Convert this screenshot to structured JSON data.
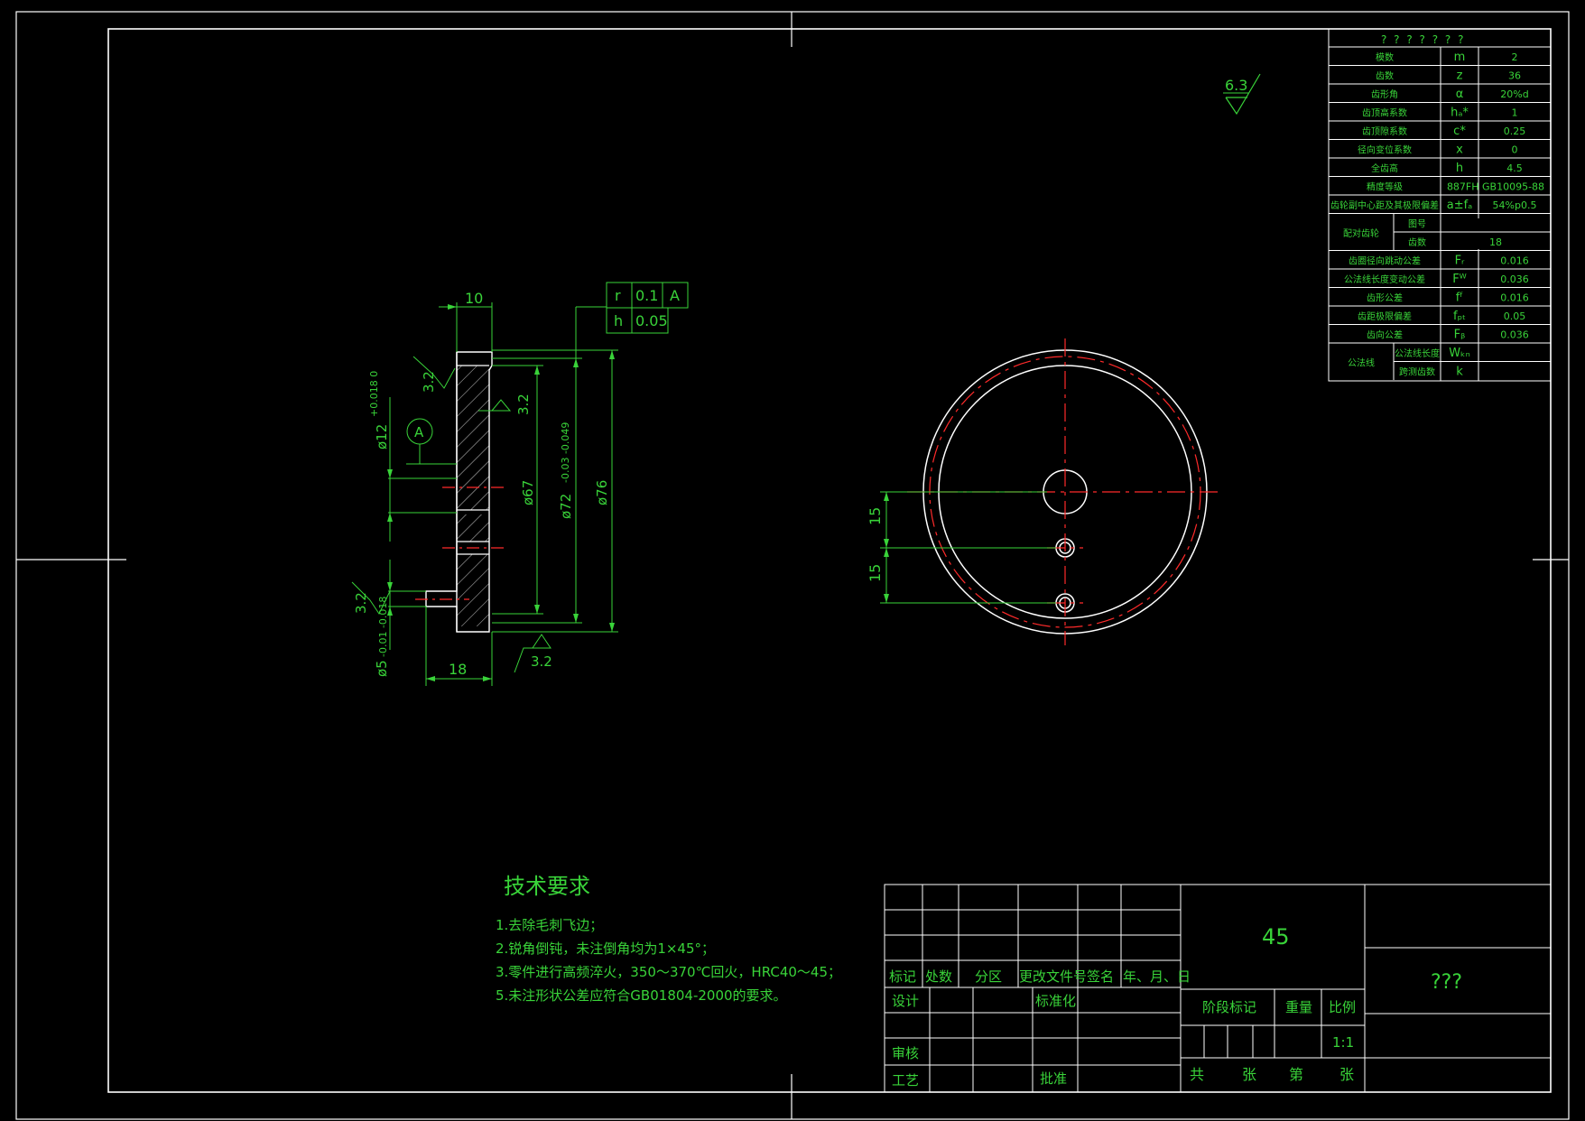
{
  "colors": {
    "background": "#000000",
    "outline": "#ffffff",
    "dimension": "#39d339",
    "centerline": "#ff2a2a",
    "hatch": "#ffffff"
  },
  "surface_finish": {
    "top_right": "6.3",
    "top_face": "3.2",
    "bore_face": "3.2",
    "bottom_left": "3.2",
    "bottom_right": "3.2"
  },
  "section_view": {
    "width_top": "10",
    "width_bottom": "18",
    "dia_bore": "ø12",
    "bore_tol": "+0.018\n0",
    "datum": "A",
    "dia_67": "ø67",
    "dia_72": "ø72",
    "dia_72_tol": "-0.03\n-0.049",
    "dia_76": "ø76",
    "dia_5": "ø5",
    "dia_5_tol": "-0.01\n-0.018"
  },
  "gdt": {
    "row1": [
      "r",
      "0.1",
      "A"
    ],
    "row2": [
      "h",
      "0.05"
    ]
  },
  "front_view": {
    "spacing_1": "15",
    "spacing_2": "15"
  },
  "param_table": {
    "title": "? ? ? ? ? ? ?",
    "rows": [
      {
        "label": "模数",
        "sym": "m",
        "value": "2"
      },
      {
        "label": "齿数",
        "sym": "z",
        "value": "36"
      },
      {
        "label": "齿形角",
        "sym": "α",
        "value": "20%d"
      },
      {
        "label": "齿顶高系数",
        "sym": "hₐ*",
        "value": "1"
      },
      {
        "label": "齿顶隙系数",
        "sym": "c*",
        "value": "0.25"
      },
      {
        "label": "径向变位系数",
        "sym": "x",
        "value": "0"
      },
      {
        "label": "全齿高",
        "sym": "h",
        "value": "4.5"
      },
      {
        "label": "精度等级",
        "sym": "",
        "value": "887FH  GB10095-88"
      },
      {
        "label": "齿轮副中心距及其极限偏差",
        "sym": "a±fₐ",
        "value": "54%p0.5"
      }
    ],
    "mating_label": "配对齿轮",
    "mating_rows": [
      {
        "label": "图号",
        "value": ""
      },
      {
        "label": "齿数",
        "value": "18"
      }
    ],
    "rows2": [
      {
        "label": "齿圈径向跳动公差",
        "sym": "Fᵣ",
        "value": "0.016"
      },
      {
        "label": "公法线长度变动公差",
        "sym": "Fᵂ",
        "value": "0.036"
      },
      {
        "label": "齿形公差",
        "sym": "fᶠ",
        "value": "0.016"
      },
      {
        "label": "齿距极限偏差",
        "sym": "fₚₜ",
        "value": "0.05"
      },
      {
        "label": "齿向公差",
        "sym": "Fᵦ",
        "value": "0.036"
      }
    ],
    "normal_label": "公法线",
    "normal_rows": [
      {
        "label": "公法线长度",
        "sym": "Wₖₙ",
        "value": ""
      },
      {
        "label": "跨测齿数",
        "sym": "k",
        "value": ""
      }
    ]
  },
  "tech_req": {
    "title": "技术要求",
    "items": [
      "1.去除毛刺飞边；",
      "2.锐角倒钝，未注倒角均为1×45°；",
      "3.零件进行高频淬火，350～370℃回火，HRC40～45；",
      "5.未注形状公差应符合GB01804-2000的要求。"
    ]
  },
  "title_block": {
    "material": "45",
    "part_name": "???",
    "headers": [
      "标记",
      "处数",
      "分区",
      "更改文件号",
      "签名",
      "年、月、日"
    ],
    "design": "设计",
    "standardize": "标准化",
    "review": "审核",
    "process": "工艺",
    "approve": "批准",
    "stage": "阶段标记",
    "weight": "重量",
    "scale_label": "比例",
    "scale": "1:1",
    "total": "共",
    "sheets": "张",
    "number": "第",
    "sheet": "张"
  }
}
